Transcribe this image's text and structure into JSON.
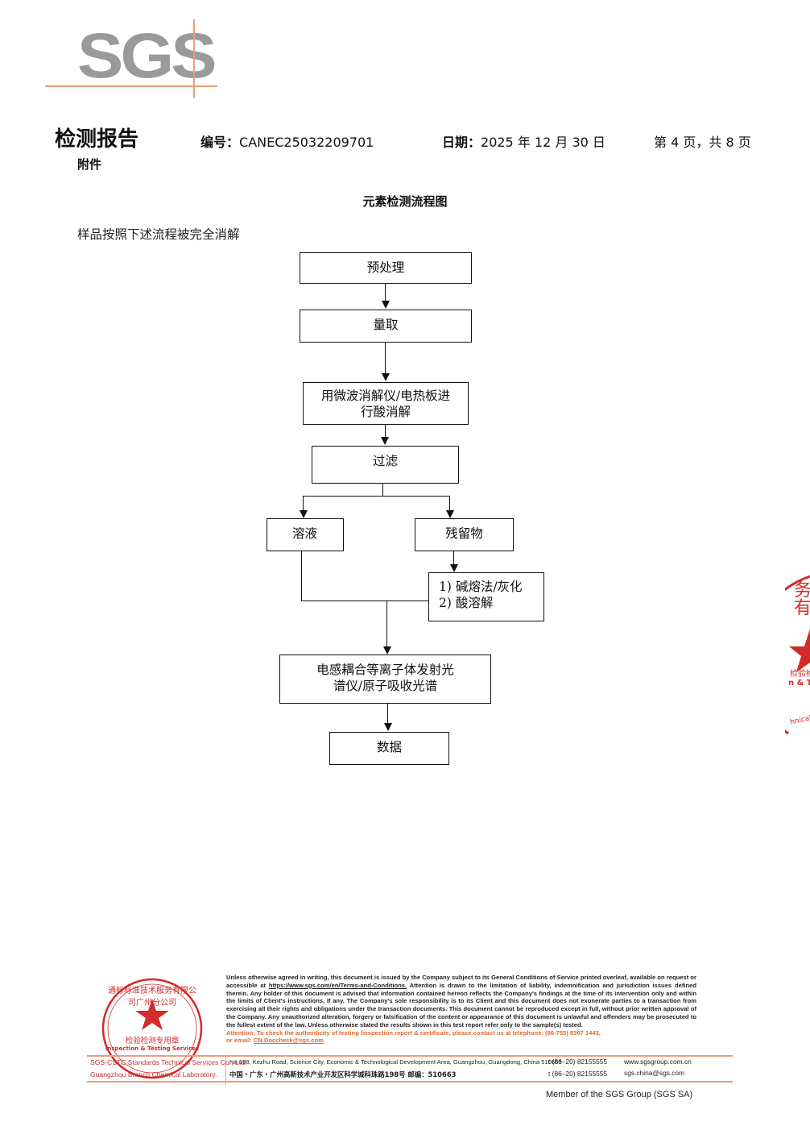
{
  "logo": {
    "text": "SGS"
  },
  "header": {
    "title": "检测报告",
    "number_label": "编号：",
    "number_value": "CANEC25032209701",
    "date_label": "日期：",
    "date_value": "2025 年 12 月 30 日",
    "page_info": "第 4 页，共 8 页"
  },
  "section": {
    "label": "附件"
  },
  "flowchart": {
    "title": "元素检测流程图",
    "intro": "样品按照下述流程被完全消解",
    "steps": {
      "pretreat": "预处理",
      "measure": "量取",
      "digest_line1": "用微波消解仪/电热板进",
      "digest_line2": "行酸消解",
      "filter": "过滤",
      "solution": "溶液",
      "residue": "残留物",
      "residue_step1": "1) 碱熔法/灰化",
      "residue_step2": "2) 酸溶解",
      "instrument_line1": "电感耦合等离子体发射光",
      "instrument_line2": "谱仪/原子吸收光谱",
      "data": "数据"
    }
  },
  "stamps": {
    "right_partial_1": "务有",
    "right_partial_2": "检验检测",
    "right_partial_3": "n & Te",
    "right_partial_4": "hnical S",
    "footer_seal_center": "检验检测专用章",
    "footer_seal_en": "Inspection & Testing Services",
    "footer_seal_ring": "通标标准技术服务有限公司广州分公司"
  },
  "footer": {
    "legal_1": "Unless otherwise agreed in writing, this document is issued by the Company subject to its General Conditions of Service printed overleaf, available on request or accessible at",
    "legal_link": "https://www.sgs.com/en/Terms-and-Conditions.",
    "legal_2": "Attention is drawn to the limitation of liability, indemnification and jurisdiction issues defined therein. Any holder of this document is advised that information contained hereon reflects the Company's findings at the time of its intervention only and within the limits of Client's instructions, if any. The Company's sole responsibility is to its Client and this document does not exonerate parties to a transaction from exercising all their rights and obligations under the transaction documents. This document cannot be reproduced except in full, without prior written approval of the Company. Any unauthorized alteration, forgery or falsification of the content or appearance of this document is unlawful and offenders may be prosecuted to the fullest extent of the law. Unless otherwise stated the results shown in this test report refer only to the sample(s) tested.",
    "attention": "Attention: To check the authenticity of testing /inspection report & certificate, please contact us at telephone: (86-755) 8307 1443,",
    "email_prefix": "or email:",
    "email": "CN.Doccheck@sgs.com",
    "company_en_1": "SGS-CSTC Standards Technical Services Co., Ltd.",
    "company_en_2": "Guangzhou Branch Chemical Laboratory.",
    "address_en": "No.198, Kezhu Road, Science City, Economic & Technological Development Area, Guangzhou, Guangdong, China  510663",
    "address_cn": "中国・广东・广州高新技术产业开发区科学城科珠路198号    邮编：510663",
    "phone_1": "t (86–20) 82155555",
    "phone_2": "t (86–20) 82155555",
    "web": "www.sgsgroup.com.cn",
    "mail": "sgs.china@sgs.com",
    "member": "Member of the SGS Group (SGS SA)"
  }
}
